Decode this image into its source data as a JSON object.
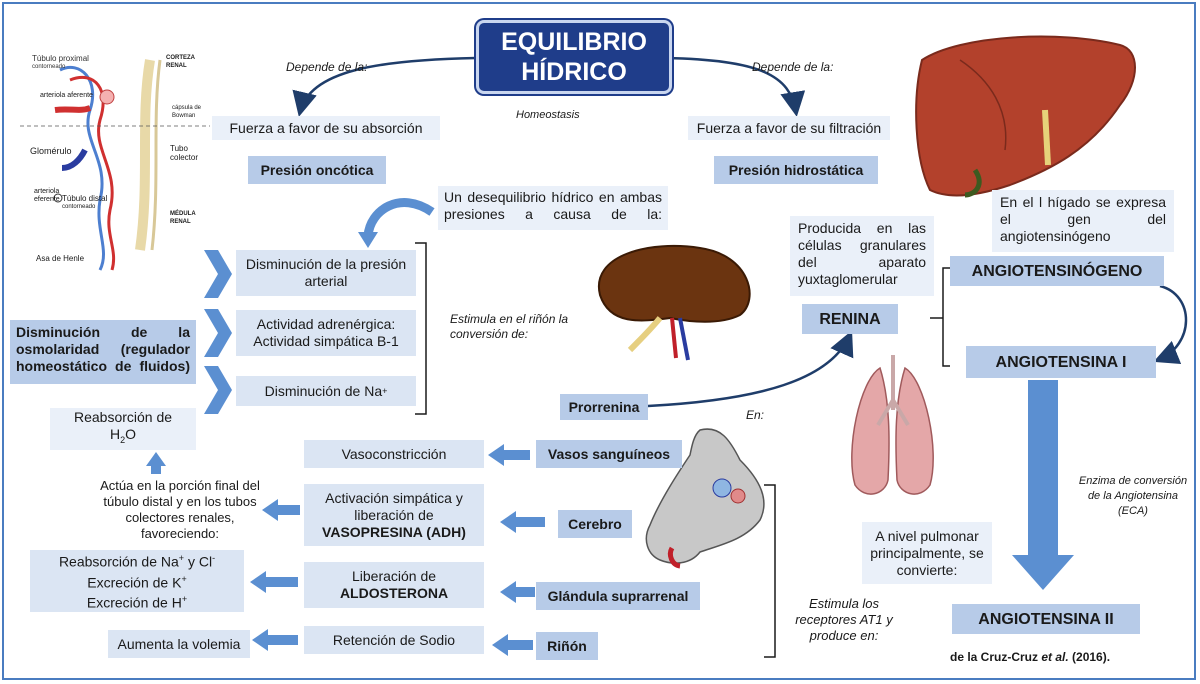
{
  "title": {
    "line1": "EQUILIBRIO",
    "line2": "HÍDRICO"
  },
  "depends_left": "Depende de la:",
  "depends_right": "Depende de la:",
  "homeostasis": "Homeostasis",
  "absorption": "Fuerza a favor de su absorción",
  "filtration": "Fuerza a favor de su filtración",
  "oncotic": "Presión oncótica",
  "hydrostatic": "Presión hidrostática",
  "imbalance": "Un desequilibrio hídrico en ambas presiones a causa de la:",
  "causes": {
    "arterial": "Disminución de la presión arterial",
    "adrenergic": "Actividad adrenérgica: Actividad simpática B-1",
    "sodium_prefix": "Disminución de Na",
    "sodium_sup": "+"
  },
  "osmolarity": "Disminución de la osmolaridad (regulador homeostático de fluidos)",
  "reabsorption_water": {
    "line1": "Reabsorción de",
    "h": "H",
    "sub": "2",
    "o": "O"
  },
  "stimulates_kidney": "Estimula en el riñón la conversión de:",
  "kidney_label": {
    "produced": "Producida en las células granulares del aparato yuxtaglomerular"
  },
  "renina": "RENINA",
  "prorrenina": "Prorrenina",
  "liver_text": "En el l hígado se expresa el gen del angiotensinógeno",
  "angiotensinogen": "ANGIOTENSINÓGENO",
  "angiotensin1": "ANGIOTENSINA I",
  "angiotensin2": "ANGIOTENSINA II",
  "enzyme": "Enzima de conversión de la Angiotensina (ECA)",
  "pulmonary": "A nivel pulmonar principalmente, se convierte:",
  "en": "En:",
  "targets": {
    "vessels": "Vasos sanguíneos",
    "brain": "Cerebro",
    "adrenal": "Glándula suprarrenal",
    "kidney": "Riñón"
  },
  "effects": {
    "vasoconstriction": "Vasoconstricción",
    "sympathetic": "Activación simpática y liberación de",
    "vasopressin": "VASOPRESINA (ADH)",
    "release": "Liberación de",
    "aldosterone": "ALDOSTERONA",
    "sodium_retention": "Retención de Sodio"
  },
  "acts": "Actúa en la porción final del túbulo distal y en los tubos colectores renales, favoreciendo:",
  "electrolytes": {
    "l1a": "Reabsorción de Na",
    "l1b": "+",
    "l1c": " y Cl",
    "l1d": "-",
    "l2a": "Excreción de K",
    "l2b": "+",
    "l3a": "Excreción de H",
    "l3b": "+"
  },
  "volemia": "Aumenta la volemia",
  "at1": "Estimula los receptores AT1 y produce en:",
  "citation": {
    "pre": "de la Cruz-Cruz ",
    "etal": "et al.",
    "post": " (2016)."
  },
  "nephron_labels": {
    "tubulo_proximal": "Túbulo proximal",
    "contorneado1": "contorneado",
    "corteza": "CORTEZA",
    "renal1": "RENAL",
    "arteriola_aferente": "arteriola aferente",
    "capsula": "cápsula de",
    "bowman": "Bowman",
    "glomerulo": "Glomérulo",
    "tubo": "Tubo",
    "colector": "colector",
    "arteriola": "arteriola",
    "eferente": "eferente",
    "tubulo_distal": "Túbulo distal",
    "contorneado2": "contorneado",
    "medula": "MÉDULA",
    "renal2": "RENAL",
    "asa": "Asa de Henle"
  },
  "colors": {
    "title_bg": "#1f3d8a",
    "box": "#dbe5f3",
    "dark_box": "#b7cbe8",
    "arrow": "#5b8fd1"
  }
}
